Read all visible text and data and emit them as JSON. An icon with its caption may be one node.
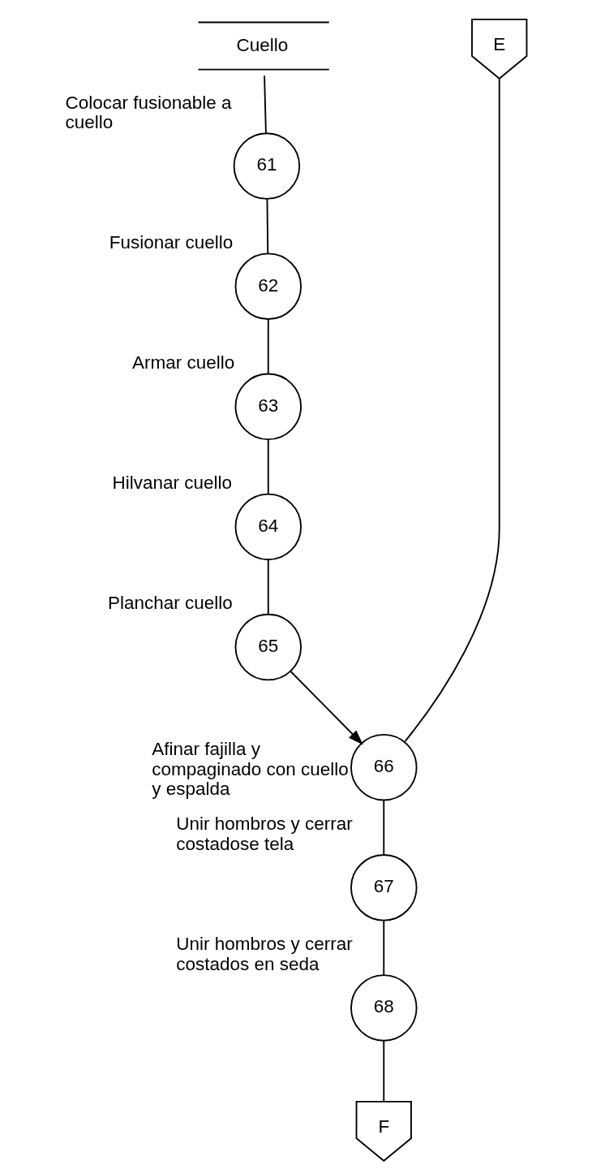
{
  "diagram": {
    "nodes": [
      {
        "text": [
          "Cuello"
        ]
      },
      {
        "text": [
          "E"
        ]
      },
      {
        "text": [
          "61"
        ],
        "beside": [
          "Colocar fusionable a cuello"
        ]
      },
      {
        "text": [
          "62"
        ],
        "beside": [
          "Fusionar cuello"
        ]
      },
      {
        "text": [
          "63"
        ],
        "beside": [
          "Armar cuello"
        ]
      },
      {
        "text": [
          "64"
        ],
        "beside": [
          "Hilvanar cuello"
        ]
      },
      {
        "text": [
          "65"
        ],
        "beside": [
          "Planchar cuello"
        ]
      },
      {
        "text": [
          "66"
        ],
        "beside": [
          "Afinar fajilla y compaginado con cuello y espalda"
        ]
      },
      {
        "text": [
          "67"
        ],
        "beside": [
          "Unir hombros y cerrar costadose tela"
        ]
      },
      {
        "text": [
          "68"
        ],
        "beside": [
          "Unir hombros y cerrar costados en seda"
        ]
      },
      {
        "text": [
          "F"
        ]
      }
    ],
    "edges": [
      {
        "from": 0,
        "to": 2,
        "arrow": "none"
      },
      {
        "from": 2,
        "to": 3,
        "arrow": "none"
      },
      {
        "from": 3,
        "to": 4,
        "arrow": "none"
      },
      {
        "from": 4,
        "to": 5,
        "arrow": "none"
      },
      {
        "from": 5,
        "to": 6,
        "arrow": "none"
      },
      {
        "from": 6,
        "to": 7,
        "arrow": "to"
      },
      {
        "from": 1,
        "to": 7,
        "arrow": "none"
      },
      {
        "from": 7,
        "to": 8,
        "arrow": "none"
      },
      {
        "from": 8,
        "to": 9,
        "arrow": "none"
      },
      {
        "from": 9,
        "to": 10,
        "arrow": "none"
      }
    ]
  }
}
